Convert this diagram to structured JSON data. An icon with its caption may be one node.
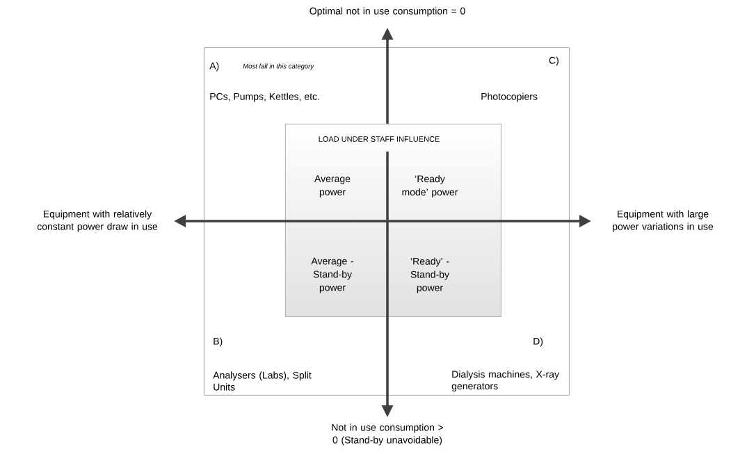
{
  "diagram": {
    "nodes": [
      {
        "text": [
          "A)",
          "Most fall in this category",
          "PCs, Pumps, Kettles, etc.",
          "C)",
          "Photocopiers",
          "B)",
          "Analysers (Labs), Split Units",
          "D)",
          "Dialysis machines, X-ray generators"
        ]
      },
      {
        "text": [
          "LOAD UNDER STAFF INFLUENCE",
          "Average power",
          "‘Ready mode’ power",
          "Average - Stand-by power",
          "‘Ready’ - Stand-by power"
        ],
        "in": 0
      }
    ],
    "labels": [
      "Optimal not in use consumption = 0",
      "Equipment with relatively constant power draw in use",
      "Equipment with large power variations in use",
      "Not in use consumption > 0 (Stand-by unavoidable)"
    ]
  }
}
